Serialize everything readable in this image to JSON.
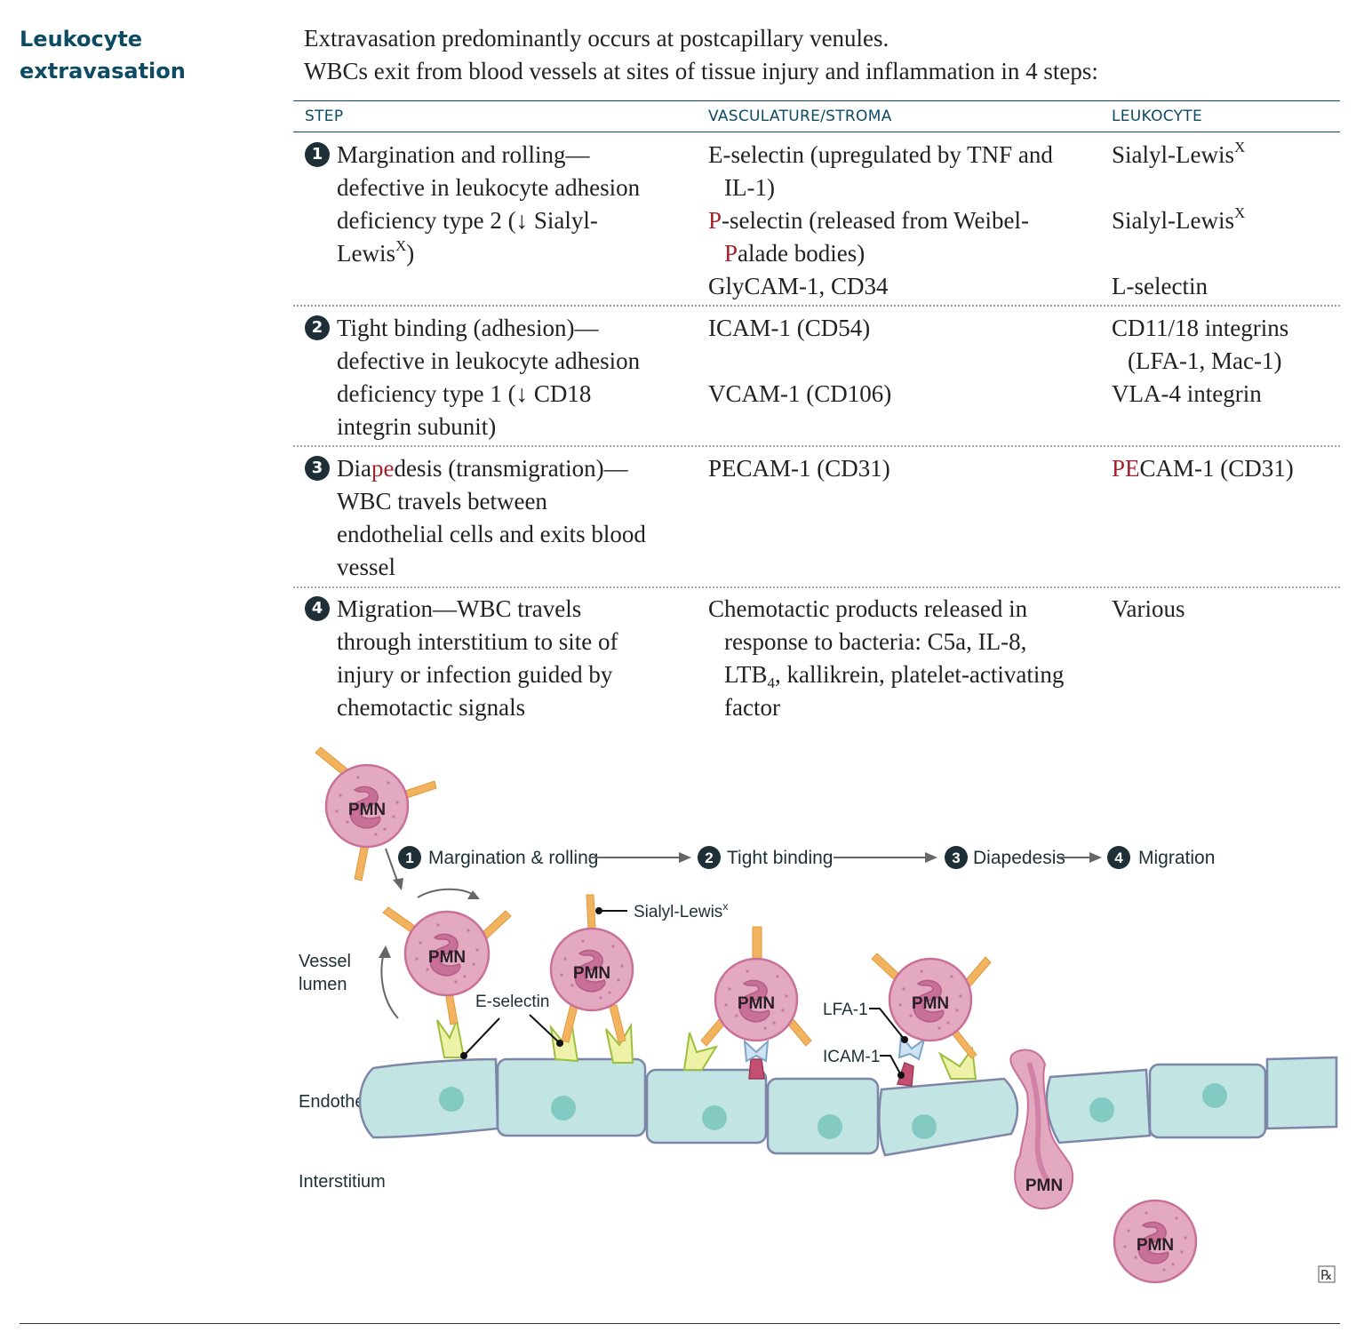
{
  "section_title": [
    "Leukocyte",
    "extravasation"
  ],
  "intro": [
    "Extravasation predominantly occurs at postcapillary venules.",
    "WBCs exit from blood vessels at sites of tissue injury and inflammation in 4 steps:"
  ],
  "table": {
    "headers": {
      "step": "STEP",
      "vasculature": "VASCULATURE/STROMA",
      "leukocyte": "LEUKOCYTE"
    },
    "rows": [
      {
        "num": "1",
        "step_lines": [
          "Margination and rolling—",
          "defective in leukocyte adhesion",
          "deficiency type 2 (↓ Sialyl-",
          "Lewis"
        ],
        "step_sup": "X",
        "step_tail": ")",
        "vasc": [
          {
            "lines": [
              "E-selectin (upregulated by TNF and",
              "IL-1)"
            ]
          },
          {
            "red1": "P",
            "rest1": "-selectin (released from Weibel-",
            "red2": "P",
            "rest2": "alade bodies)"
          },
          {
            "lines": [
              "GlyCAM-1, CD34"
            ]
          }
        ],
        "leuk": [
          {
            "text": "Sialyl-Lewis",
            "sup": "X"
          },
          {
            "text": "Sialyl-Lewis",
            "sup": "X"
          },
          {
            "text": "L-selectin"
          }
        ]
      },
      {
        "num": "2",
        "step_lines": [
          "Tight binding (adhesion)—",
          "defective in leukocyte adhesion",
          "deficiency type 1 (↓ CD18",
          "integrin subunit)"
        ],
        "vasc": [
          "ICAM-1 (CD54)",
          "VCAM-1 (CD106)"
        ],
        "leuk": [
          "CD11/18 integrins",
          "(LFA-1, Mac-1)",
          "VLA-4 integrin"
        ]
      },
      {
        "num": "3",
        "step_a": "Dia",
        "step_red": "pe",
        "step_b": "desis (transmigration)—",
        "step_lines": [
          "WBC travels between",
          "endothelial cells and exits blood",
          "vessel"
        ],
        "vasc": "PECAM-1 (CD31)",
        "leuk_red": "PE",
        "leuk_rest": "CAM-1 (CD31)"
      },
      {
        "num": "4",
        "step_lines": [
          "Migration—WBC travels",
          "through interstitium to site of",
          "injury or infection guided by",
          "chemotactic signals"
        ],
        "vasc_l1": "Chemotactic products released in",
        "vasc_l2": "response to bacteria: C5a, IL-8,",
        "vasc_l3a": "LTB",
        "vasc_l3sub": "4",
        "vasc_l3b": ", kallikrein, platelet-activating",
        "vasc_l4": "factor",
        "leuk": "Various"
      }
    ]
  },
  "diagram": {
    "flow": [
      {
        "num": "1",
        "label": "Margination & rolling"
      },
      {
        "num": "2",
        "label": "Tight binding"
      },
      {
        "num": "3",
        "label": "Diapedesis"
      },
      {
        "num": "4",
        "label": "Migration"
      }
    ],
    "cell_label": "PMN",
    "labels": {
      "vessel1": "Vessel",
      "vessel2": "lumen",
      "endothelium": "Endothelium",
      "interstitium": "Interstitium",
      "sialyl": "Sialyl-Lewis",
      "sialyl_sup": "x",
      "eselectin": "E-selectin",
      "lfa1": "LFA-1",
      "icam1": "ICAM-1"
    },
    "logo": "℞"
  },
  "colors": {
    "title": "#0d4a63",
    "highlight": "#a3232b",
    "pmn_fill": "#e2a9c1",
    "endothelium": "#c2e4e3",
    "receptor": "#f2b35e"
  }
}
